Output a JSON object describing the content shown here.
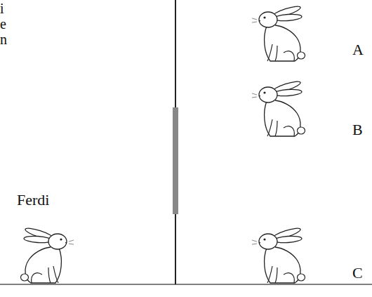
{
  "diagram": {
    "labels": [
      "i",
      "e",
      "n",
      "Ferdi",
      "A",
      "B",
      "C"
    ]
  }
}
